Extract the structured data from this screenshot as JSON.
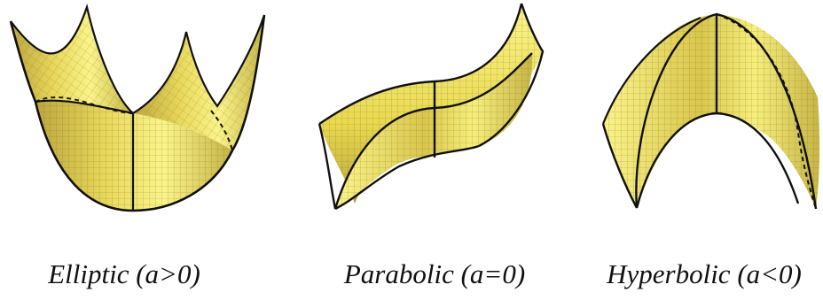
{
  "surfaces": [
    {
      "id": "elliptic",
      "caption": "Elliptic (a>0)"
    },
    {
      "id": "parabolic",
      "caption": "Parabolic (a=0)"
    },
    {
      "id": "hyperbolic",
      "caption": "Hyperbolic (a<0)"
    }
  ],
  "colors": {
    "surface_light": "#fbf48a",
    "surface_mid": "#e9d84f",
    "surface_dark": "#9c8f2f",
    "edge": "#111111",
    "mesh": "#6b6222",
    "caption": "#111111"
  }
}
